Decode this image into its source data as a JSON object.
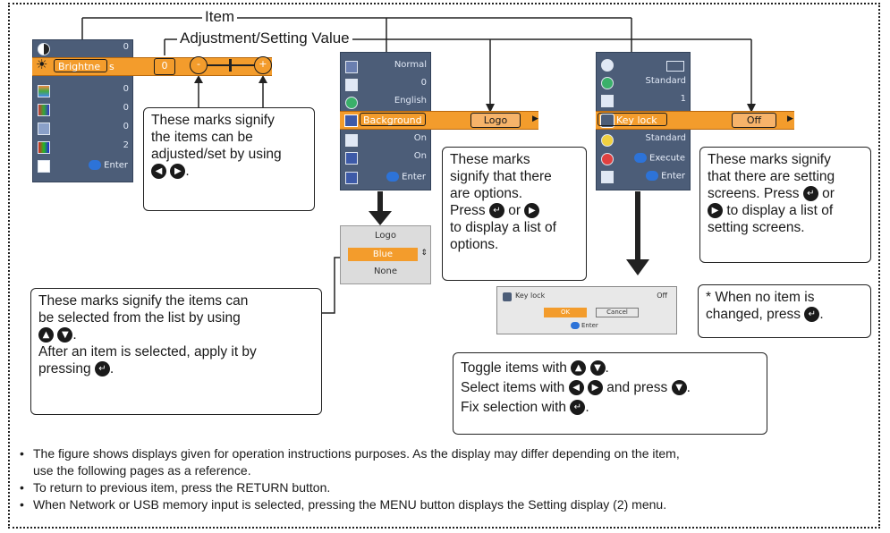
{
  "header": {
    "item_label": "Item",
    "adjust_label": "Adjustment/Setting Value"
  },
  "menu1": {
    "values": [
      "0",
      "0",
      "0",
      "0",
      "2"
    ],
    "highlight_label": "Brightne",
    "highlight_suffix": "s",
    "highlight_value": "0",
    "enter": "Enter",
    "slider_minus": "-",
    "slider_plus": "+"
  },
  "menu2": {
    "values": [
      "Normal",
      "0",
      "English",
      "On",
      "On"
    ],
    "highlight_label": "Background",
    "highlight_value": "Logo",
    "enter": "Enter"
  },
  "menu3": {
    "values": [
      "Standard",
      "1",
      "Standard"
    ],
    "highlight_label": "Key lock",
    "highlight_value": "Off",
    "execute": "Execute",
    "enter": "Enter"
  },
  "dropdown": {
    "options": [
      "Logo",
      "Blue",
      "None"
    ],
    "selected": "Blue"
  },
  "dialog": {
    "title": "Key lock",
    "value": "Off",
    "ok": "OK",
    "cancel": "Cancel",
    "enter": "Enter"
  },
  "callouts": {
    "adjust": {
      "l1": "These marks signify",
      "l2": "the items can be",
      "l3": "adjusted/set by using",
      "tail": "."
    },
    "options": {
      "l1": "These marks",
      "l2": "signify that there",
      "l3": "are options.",
      "l4a": "Press",
      "l4b": "or",
      "l5": "to display a list of",
      "l6": "options."
    },
    "screens": {
      "l1": "These marks signify",
      "l2": "that there are setting",
      "l3a": "screens. Press",
      "l3b": "or",
      "l4": "to display a list of",
      "l5": "setting screens."
    },
    "list": {
      "l1": "These marks signify the items can",
      "l2": "be selected from the list by using",
      "tail": ".",
      "l3": "After an item is selected, apply it by",
      "l4": "pressing",
      "tail2": "."
    },
    "noitem": {
      "l1": "* When no item is",
      "l2": "changed, press",
      "tail": "."
    },
    "toggle": {
      "l1": "Toggle items with",
      "l2a": "Select items with",
      "l2b": "and press",
      "l3": "Fix selection with",
      "tail": "."
    }
  },
  "notes": [
    "The figure shows displays given for operation instructions purposes.  As the display may differ depending on the item,",
    "use the following pages as a reference.",
    "To return to previous item, press the RETURN button.",
    "When Network or USB memory input is selected, pressing the MENU button displays the Setting display (2) menu."
  ]
}
